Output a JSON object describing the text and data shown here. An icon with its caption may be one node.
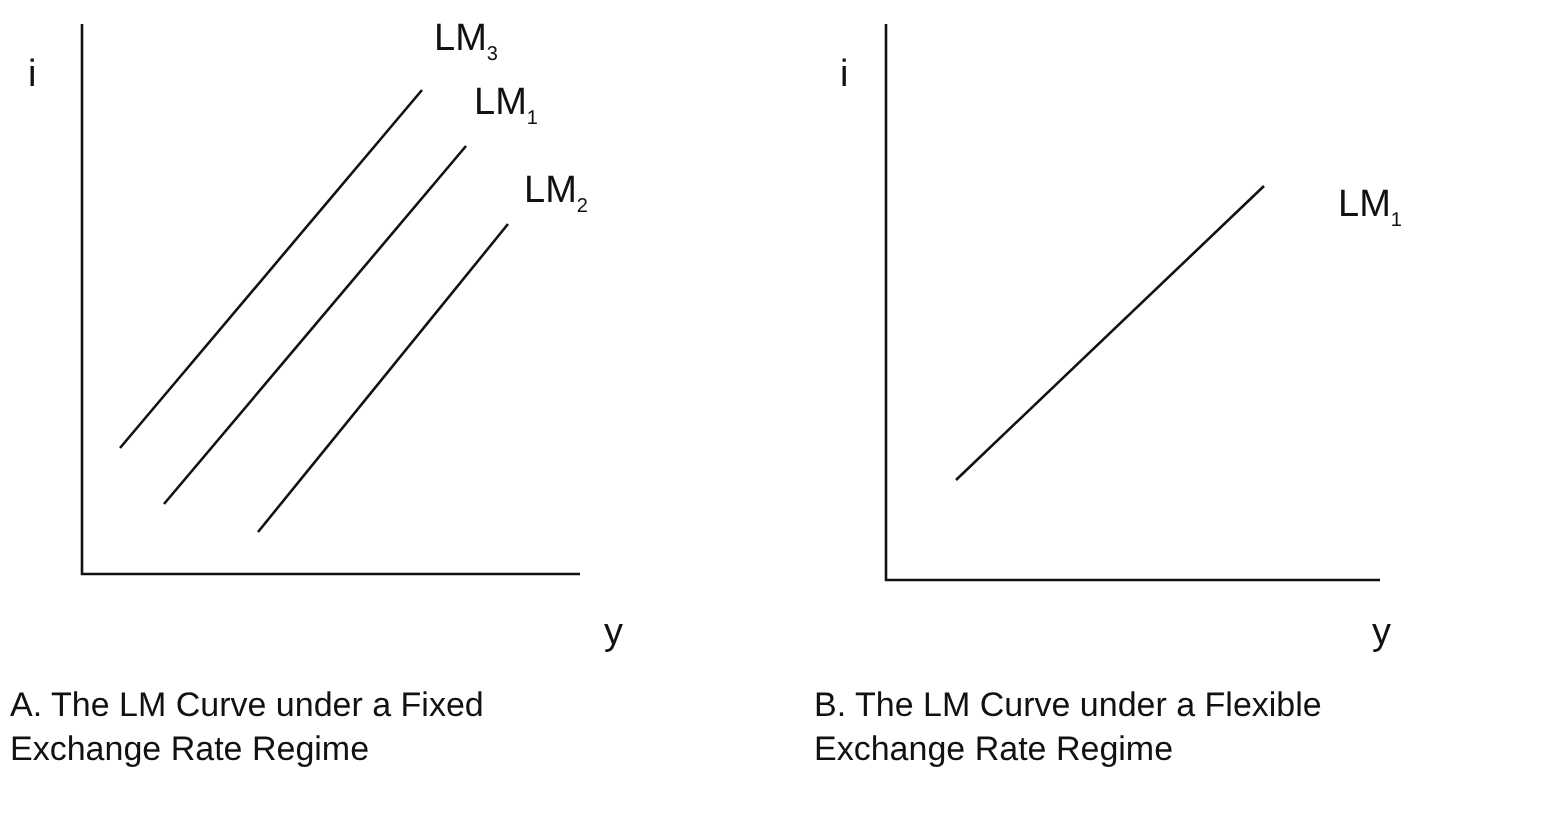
{
  "diagram": {
    "labels": [
      "i",
      "LM$_{3}$",
      "LM$_{1}$",
      "LM$_{2}$",
      "y",
      "A. The LM Curve under a Fixed Exchange Rate Regime",
      "i",
      "LM$_{1}$",
      "y",
      "B. The LM Curve under a Flexible Exchange Rate Regime"
    ]
  }
}
